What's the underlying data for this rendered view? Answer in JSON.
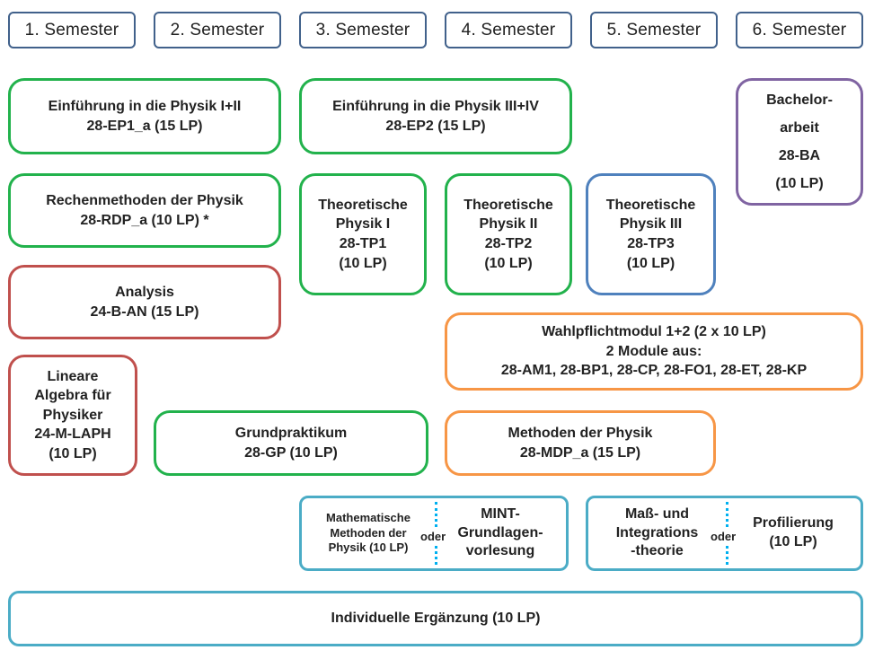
{
  "colors": {
    "semester_border": "#41618b",
    "green": "#22b24c",
    "red": "#c0504d",
    "blue": "#4f81bd",
    "purple": "#8064a2",
    "orange": "#f79646",
    "teal": "#4bacc6",
    "dotted_divider": "#00b0f0"
  },
  "semesters": [
    "1. Semester",
    "2. Semester",
    "3. Semester",
    "4. Semester",
    "5. Semester",
    "6. Semester"
  ],
  "modules": {
    "ep1": {
      "lines": [
        "Einführung in die Physik I+II",
        "28-EP1_a  (15 LP)"
      ]
    },
    "ep2": {
      "lines": [
        "Einführung in die Physik III+IV",
        "28-EP2  (15 LP)"
      ]
    },
    "ba": {
      "lines": [
        "Bachelor-",
        "arbeit",
        "28-BA",
        "(10 LP)"
      ]
    },
    "rdp": {
      "lines": [
        "Rechenmethoden der Physik",
        "28-RDP_a  (10 LP) *"
      ]
    },
    "tp1": {
      "lines": [
        "Theoretische",
        "Physik I",
        "28-TP1",
        "(10 LP)"
      ]
    },
    "tp2": {
      "lines": [
        "Theoretische",
        "Physik II",
        "28-TP2",
        "(10 LP)"
      ]
    },
    "tp3": {
      "lines": [
        "Theoretische",
        "Physik III",
        "28-TP3",
        "(10 LP)"
      ]
    },
    "analysis": {
      "lines": [
        "Analysis",
        "24-B-AN   (15 LP)"
      ]
    },
    "wpm": {
      "lines": [
        "Wahlpflichtmodul 1+2   (2 x 10 LP)",
        "2 Module aus:",
        "28-AM1, 28-BP1, 28-CP, 28-FO1, 28-ET, 28-KP"
      ]
    },
    "la": {
      "lines": [
        "Lineare",
        "Algebra für",
        "Physiker",
        "24-M-LAPH",
        "(10 LP)"
      ]
    },
    "gp": {
      "lines": [
        "Grundpraktikum",
        "28-GP  (10 LP)"
      ]
    },
    "mdp": {
      "lines": [
        "Methoden der Physik",
        "28-MDP_a  (15 LP)"
      ]
    },
    "mmp": {
      "lines": [
        "Mathematische",
        "Methoden der",
        "Physik (10 LP)"
      ]
    },
    "mint": {
      "lines": [
        "MINT-",
        "Grundlagen-",
        "vorlesung"
      ]
    },
    "mass": {
      "lines": [
        "Maß- und",
        "Integrations",
        "-theorie"
      ]
    },
    "prof": {
      "lines": [
        "Profilierung",
        "(10 LP)"
      ]
    },
    "ie": {
      "lines": [
        "Individuelle Ergänzung (10 LP)"
      ]
    }
  },
  "oder_label": "oder"
}
